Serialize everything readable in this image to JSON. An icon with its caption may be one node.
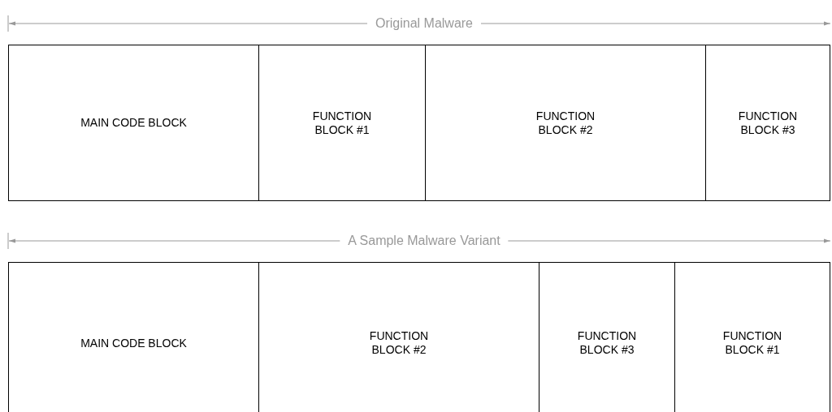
{
  "diagram": {
    "nodes": [
      {
        "text": [
          "MAIN CODE BLOCK"
        ]
      },
      {
        "text": [
          "FUNCTION BLOCK #1"
        ]
      },
      {
        "text": [
          "FUNCTION BLOCK #2"
        ]
      },
      {
        "text": [
          "FUNCTION BLOCK #3"
        ]
      },
      {
        "text": [
          "MAIN CODE BLOCK"
        ]
      },
      {
        "text": [
          "FUNCTION BLOCK #2"
        ]
      },
      {
        "text": [
          "FUNCTION BLOCK #3"
        ]
      },
      {
        "text": [
          "FUNCTION BLOCK #1"
        ]
      }
    ],
    "labels": [
      "Original Malware",
      "A Sample Malware Variant"
    ]
  }
}
